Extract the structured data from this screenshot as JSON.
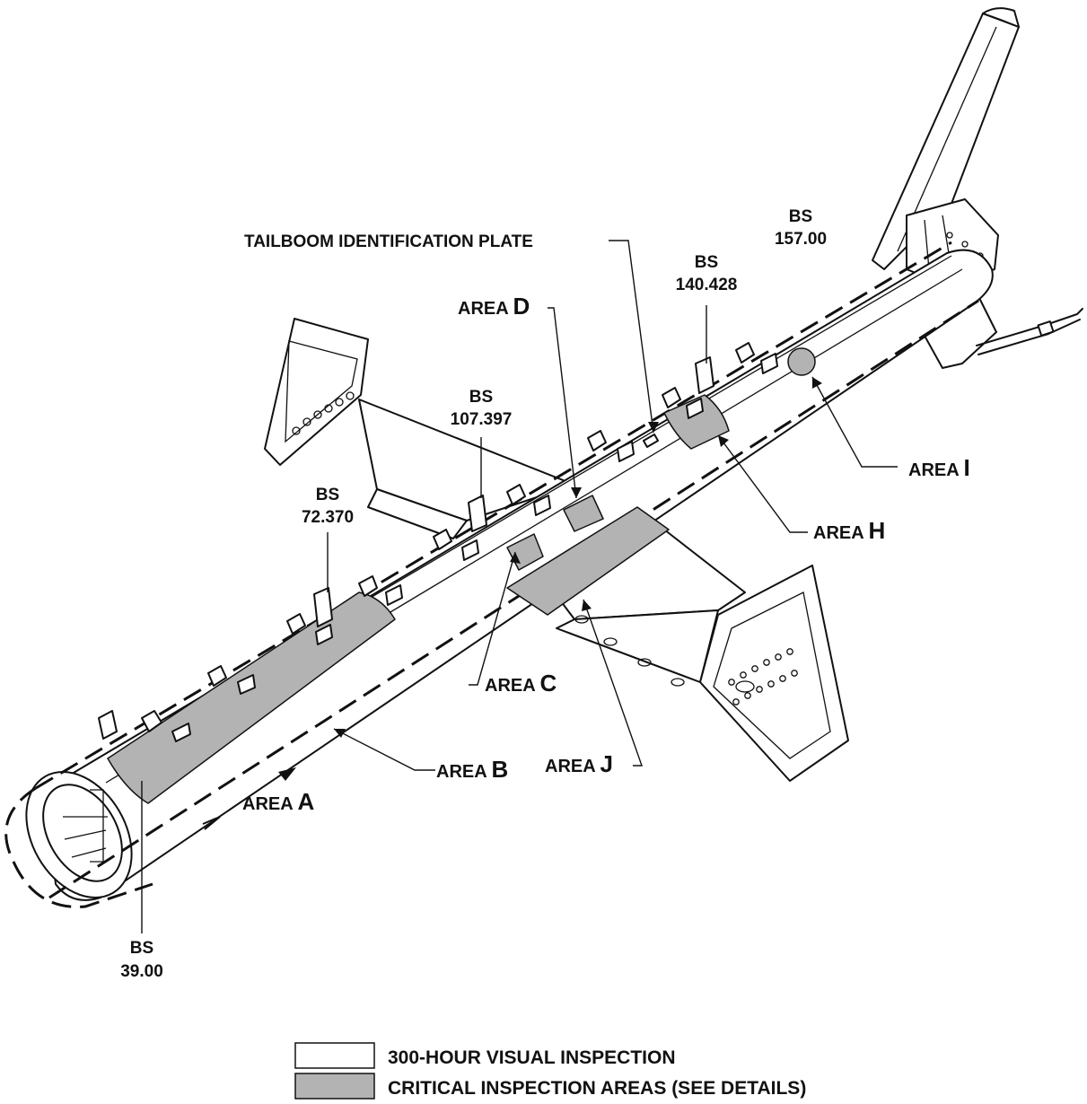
{
  "labels": {
    "tailboom_plate": "TAILBOOM IDENTIFICATION PLATE",
    "bs_157": {
      "top": "BS",
      "bottom": "157.00"
    },
    "bs_140": {
      "top": "BS",
      "bottom": "140.428"
    },
    "bs_107": {
      "top": "BS",
      "bottom": "107.397"
    },
    "bs_72": {
      "top": "BS",
      "bottom": "72.370"
    },
    "bs_39": {
      "top": "BS",
      "bottom": "39.00"
    },
    "area_word": "AREA",
    "area_a": "A",
    "area_b": "B",
    "area_c": "C",
    "area_d": "D",
    "area_h": "H",
    "area_i": "I",
    "area_j": "J"
  },
  "legend": {
    "items": [
      {
        "label": "300-HOUR VISUAL INSPECTION",
        "color": "#ffffff"
      },
      {
        "label": "CRITICAL INSPECTION AREAS (SEE DETAILS)",
        "color": "#b3b3b3"
      }
    ]
  },
  "colors": {
    "critical": "#b3b3b3",
    "ink": "#111111"
  }
}
